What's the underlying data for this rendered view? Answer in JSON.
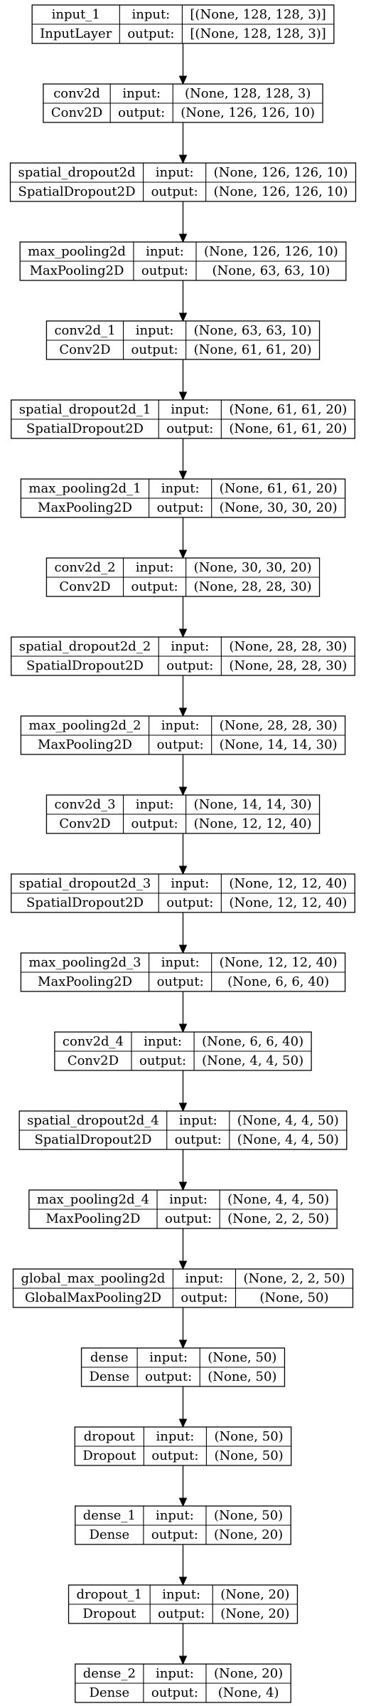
{
  "labels": {
    "input": "input:",
    "output": "output:"
  },
  "layers": [
    {
      "name": "input_1",
      "type": "InputLayer",
      "input": "[(None, 128, 128, 3)]",
      "output": "[(None, 128, 128, 3)]"
    },
    {
      "name": "conv2d",
      "type": "Conv2D",
      "input": "(None, 128, 128, 3)",
      "output": "(None, 126, 126, 10)"
    },
    {
      "name": "spatial_dropout2d",
      "type": "SpatialDropout2D",
      "input": "(None, 126, 126, 10)",
      "output": "(None, 126, 126, 10)"
    },
    {
      "name": "max_pooling2d",
      "type": "MaxPooling2D",
      "input": "(None, 126, 126, 10)",
      "output": "(None, 63, 63, 10)"
    },
    {
      "name": "conv2d_1",
      "type": "Conv2D",
      "input": "(None, 63, 63, 10)",
      "output": "(None, 61, 61, 20)"
    },
    {
      "name": "spatial_dropout2d_1",
      "type": "SpatialDropout2D",
      "input": "(None, 61, 61, 20)",
      "output": "(None, 61, 61, 20)"
    },
    {
      "name": "max_pooling2d_1",
      "type": "MaxPooling2D",
      "input": "(None, 61, 61, 20)",
      "output": "(None, 30, 30, 20)"
    },
    {
      "name": "conv2d_2",
      "type": "Conv2D",
      "input": "(None, 30, 30, 20)",
      "output": "(None, 28, 28, 30)"
    },
    {
      "name": "spatial_dropout2d_2",
      "type": "SpatialDropout2D",
      "input": "(None, 28, 28, 30)",
      "output": "(None, 28, 28, 30)"
    },
    {
      "name": "max_pooling2d_2",
      "type": "MaxPooling2D",
      "input": "(None, 28, 28, 30)",
      "output": "(None, 14, 14, 30)"
    },
    {
      "name": "conv2d_3",
      "type": "Conv2D",
      "input": "(None, 14, 14, 30)",
      "output": "(None, 12, 12, 40)"
    },
    {
      "name": "spatial_dropout2d_3",
      "type": "SpatialDropout2D",
      "input": "(None, 12, 12, 40)",
      "output": "(None, 12, 12, 40)"
    },
    {
      "name": "max_pooling2d_3",
      "type": "MaxPooling2D",
      "input": "(None, 12, 12, 40)",
      "output": "(None, 6, 6, 40)"
    },
    {
      "name": "conv2d_4",
      "type": "Conv2D",
      "input": "(None, 6, 6, 40)",
      "output": "(None, 4, 4, 50)"
    },
    {
      "name": "spatial_dropout2d_4",
      "type": "SpatialDropout2D",
      "input": "(None, 4, 4, 50)",
      "output": "(None, 4, 4, 50)"
    },
    {
      "name": "max_pooling2d_4",
      "type": "MaxPooling2D",
      "input": "(None, 4, 4, 50)",
      "output": "(None, 2, 2, 50)"
    },
    {
      "name": "global_max_pooling2d",
      "type": "GlobalMaxPooling2D",
      "input": "(None, 2, 2, 50)",
      "output": "(None, 50)"
    },
    {
      "name": "dense",
      "type": "Dense",
      "input": "(None, 50)",
      "output": "(None, 50)"
    },
    {
      "name": "dropout",
      "type": "Dropout",
      "input": "(None, 50)",
      "output": "(None, 50)"
    },
    {
      "name": "dense_1",
      "type": "Dense",
      "input": "(None, 50)",
      "output": "(None, 20)"
    },
    {
      "name": "dropout_1",
      "type": "Dropout",
      "input": "(None, 20)",
      "output": "(None, 20)"
    },
    {
      "name": "dense_2",
      "type": "Dense",
      "input": "(None, 20)",
      "output": "(None, 4)"
    }
  ]
}
